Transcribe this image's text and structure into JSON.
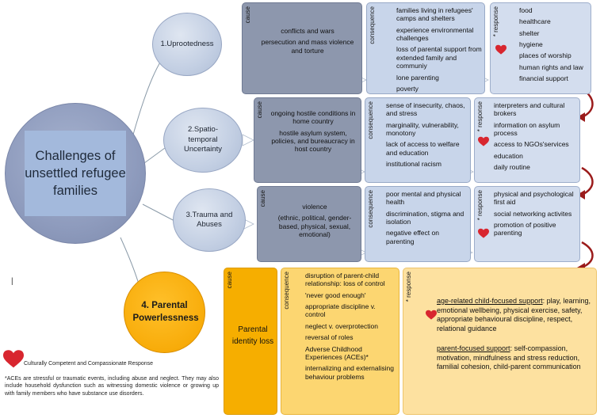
{
  "main_circle": {
    "title": "Challenges of unsettled refugee families"
  },
  "labels": {
    "cause": "cause",
    "consequence": "consequence",
    "response": "* response"
  },
  "rows": [
    {
      "title": "1.Uprootedness",
      "cause": [
        "conflicts and wars",
        "persecution and mass violence and torture"
      ],
      "consequence": [
        "families living in refugees' camps and shelters",
        "experience environmental challenges",
        "loss of parental support from extended family and communiy",
        "lone parenting",
        "poverty"
      ],
      "response": [
        "food",
        "healthcare",
        "shelter",
        "hygiene",
        "places of worship",
        "human rights and law",
        "financial support"
      ]
    },
    {
      "title": "2.Spatio-temporal Uncertainty",
      "cause": [
        "ongoing hostile conditions in home country",
        "hostile asylum system, policies, and bureaucracy in host country"
      ],
      "consequence": [
        "sense of insecurity, chaos, and stress",
        "marginality, vulnerability, monotony",
        "lack of access to welfare and education",
        "institutional racism"
      ],
      "response": [
        "interpreters and cultural brokers",
        "information  on asylum process",
        "access to NGOs'services",
        "education",
        "daily routine"
      ]
    },
    {
      "title": "3.Trauma and Abuses",
      "cause": [
        "violence",
        "(ethnic, political, gender-based, physical, sexual, emotional)"
      ],
      "consequence": [
        "poor mental and physical health",
        "discrimination, stigma and isolation",
        "negative effect on parenting"
      ],
      "response": [
        "physical and psychological first aid",
        "social networking activites",
        "promotion of positive parenting"
      ]
    }
  ],
  "row4": {
    "title": "4. Parental Powerlessness",
    "cause": "Parental identity loss",
    "consequence": [
      "disruption of parent-child relationship: loss of control",
      "'never good enough'",
      "appropriate discipline v. control",
      "neglect v. overprotection",
      "reversal of roles",
      "Adverse Childhood Experiences (ACEs)*",
      "internalizing and externalising behaviour problems"
    ],
    "response_child_label": "age-related child-focused support",
    "response_child_text": ": play, learning, emotional wellbeing, physical exercise, safety, appropriate behavioural discipline, respect, relational guidance",
    "response_parent_label": "parent-focused support",
    "response_parent_text": ": self-compassion, motivation, mindfulness and stress reduction, familial cohesion, child-parent communication"
  },
  "legend": {
    "text": "Culturally Competent and Compassionate Response"
  },
  "footnote": "*ACEs are stressful or traumatic events, including abuse and neglect. They may also include household dysfunction such as witnessing domestic violence or growing up with family members who have substance use disorders.",
  "colors": {
    "cause": "#8d97ad",
    "consequence": "#c8d5ea",
    "response": "#d3ddee",
    "orange": "#f6ae00",
    "heart": "#d8262f",
    "arrow": "#9b1b1b"
  }
}
